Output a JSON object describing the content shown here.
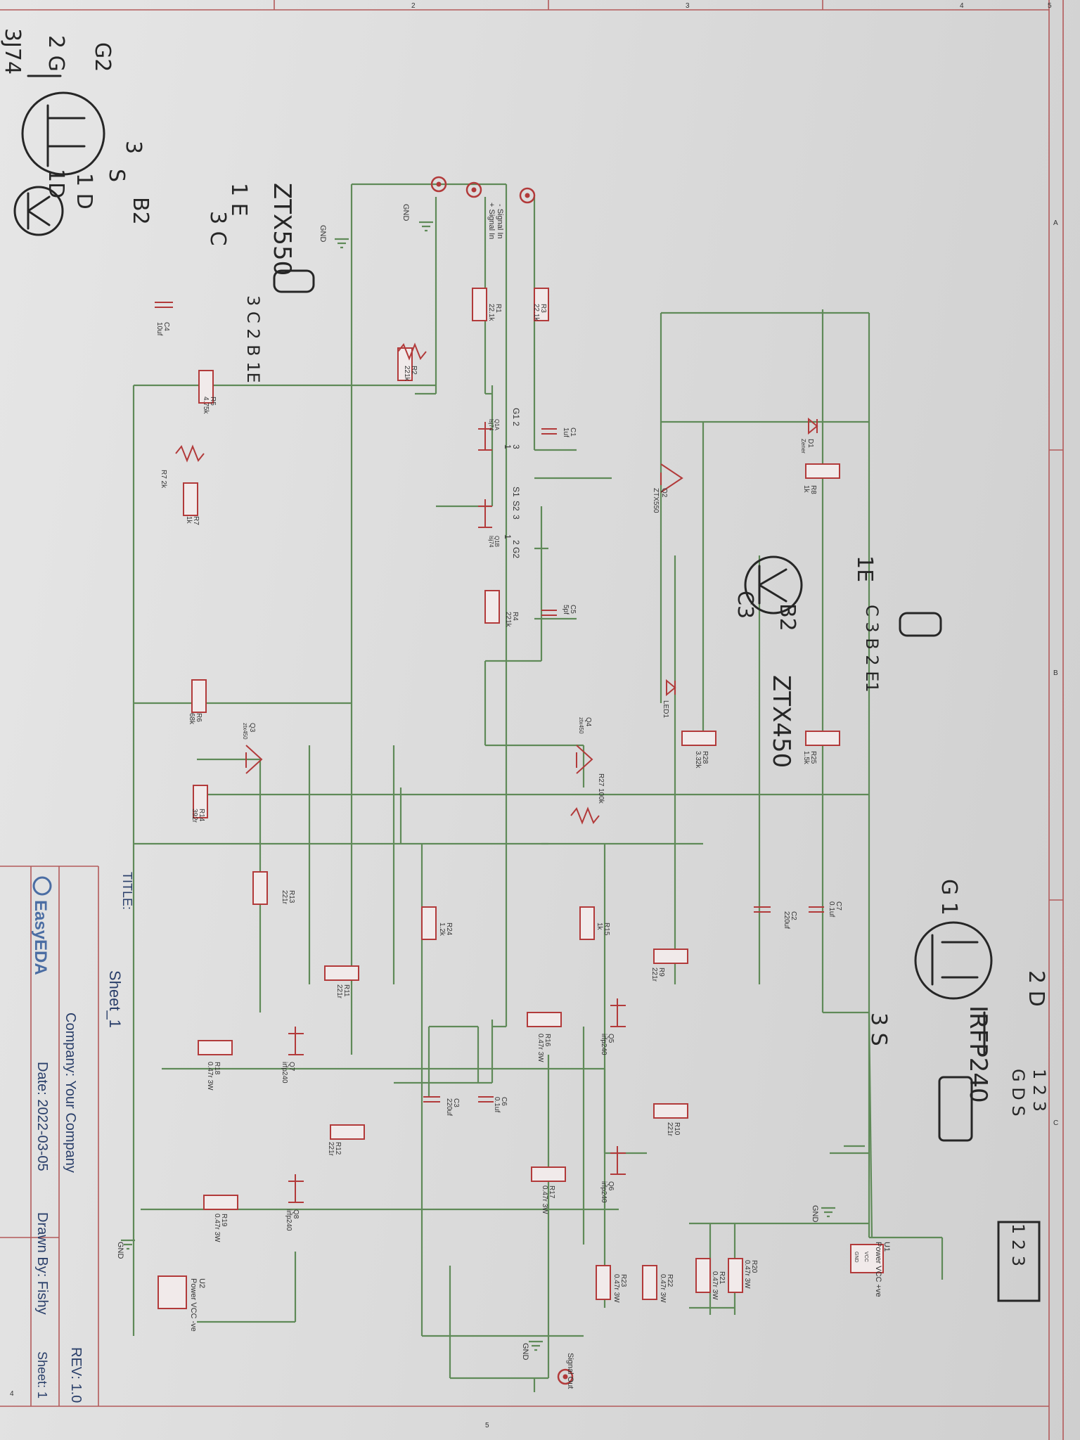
{
  "handwritten": {
    "jfet_type": "3J74",
    "jfet_g": "G2",
    "jfet_s": "S",
    "jfet_3": "3",
    "jfet_1d": "1 D",
    "jfet_2g": "2 G",
    "jfet_1d_top": "1D",
    "zt550_title": "ZTX550",
    "zt550_e": "1 E",
    "zt550_b": "B2",
    "zt550_c": "3 C",
    "zt550_pins": "3 C  2 B  1E",
    "zt450_title": "ZTX450",
    "zt450_c": "C3",
    "zt450_b": "B2",
    "zt450_e": "1E",
    "zt450_pins": "C 3  B 2  E1",
    "irf_title": "IRFP240",
    "irf_g": "G 1",
    "irf_d": "2 D",
    "irf_s": "3 S",
    "irf_pins": "G D S",
    "irf_nums": "1 2 3",
    "u1_nums": "1 2 3"
  },
  "labels": {
    "sig_minus": "- Signal In",
    "sig_plus": "+ Signal In",
    "gnd1": "GND",
    "gnd2": "GND",
    "sig_out": "Signal Out",
    "gnd3": "GND",
    "gnd4": "GND",
    "gnd5": "GND",
    "u1": "U1",
    "u1_desc": "Power VCC +ve",
    "u2": "U2",
    "u2_desc": "Power VCC -ve",
    "vcc": "VCC",
    "gnd_box": "GND"
  },
  "components": [
    {
      "ref": "R3",
      "val": "22.1k"
    },
    {
      "ref": "R1",
      "val": "22.1k"
    },
    {
      "ref": "R2",
      "val": "221k"
    },
    {
      "ref": "C4",
      "val": "10uf"
    },
    {
      "ref": "R5",
      "val": "4.75k"
    },
    {
      "ref": "R7 2k",
      "val": ""
    },
    {
      "ref": "R7",
      "val": "1k"
    },
    {
      "ref": "C1",
      "val": "1uf"
    },
    {
      "ref": "Q1A",
      "val": "lsj74"
    },
    {
      "ref": "Q1B",
      "val": "lsj74"
    },
    {
      "ref": "D1",
      "val": "Zener"
    },
    {
      "ref": "R8",
      "val": "1k"
    },
    {
      "ref": "Q2",
      "val": "ZTX550"
    },
    {
      "ref": "C5",
      "val": "5pf"
    },
    {
      "ref": "R4",
      "val": "221k"
    },
    {
      "ref": "LED1",
      "val": ""
    },
    {
      "ref": "R6",
      "val": "68k"
    },
    {
      "ref": "Q3",
      "val": "ztx450"
    },
    {
      "ref": "Q4",
      "val": "ztx450"
    },
    {
      "ref": "R28",
      "val": "3.32k"
    },
    {
      "ref": "R25",
      "val": "1.5k"
    },
    {
      "ref": "R27 100k",
      "val": ""
    },
    {
      "ref": "R14",
      "val": "392r"
    },
    {
      "ref": "R13",
      "val": "221r"
    },
    {
      "ref": "C7",
      "val": "0.1uf"
    },
    {
      "ref": "C2",
      "val": "220uf"
    },
    {
      "ref": "R15",
      "val": "1k"
    },
    {
      "ref": "R24",
      "val": "1.2k"
    },
    {
      "ref": "R9",
      "val": "221r"
    },
    {
      "ref": "R11",
      "val": "221r"
    },
    {
      "ref": "Q5",
      "val": "irfp240"
    },
    {
      "ref": "R16",
      "val": "0.47r 3W"
    },
    {
      "ref": "Q7",
      "val": "irfp240"
    },
    {
      "ref": "R18",
      "val": "0.47r 3W"
    },
    {
      "ref": "C6",
      "val": "0.1uf"
    },
    {
      "ref": "C3",
      "val": "220uf"
    },
    {
      "ref": "R10",
      "val": "221r"
    },
    {
      "ref": "R12",
      "val": "221r"
    },
    {
      "ref": "Q6",
      "val": "irfp240"
    },
    {
      "ref": "Q8",
      "val": "irfp240"
    },
    {
      "ref": "R17",
      "val": "0.47r 3W"
    },
    {
      "ref": "R19",
      "val": "0.47r 3W"
    },
    {
      "ref": "R20",
      "val": "0.47r 3W"
    },
    {
      "ref": "R21",
      "val": "0.47r 3W"
    },
    {
      "ref": "R22",
      "val": "0.47r 3W"
    },
    {
      "ref": "R23",
      "val": "0.47r 3W"
    }
  ],
  "pins": {
    "q1a": "G1 2",
    "q1a_3": "3",
    "q1a_1": "1",
    "s1": "S1",
    "s2": "S2",
    "q1b_3": "3",
    "q1b_g2": "2 G2",
    "q1b_1": "1"
  },
  "title_block": {
    "title_label": "TITLE:",
    "sheet_name": "Sheet_1",
    "company": "Company: Your Company",
    "rev": "REV: 1.0",
    "date": "Date:  2022-03-05",
    "drawn": "Drawn By: Fishy",
    "sheet": "Sheet: 1",
    "logo": "EasyEDA"
  },
  "frame_markers": {
    "top": [
      "2",
      "3",
      "4",
      "5"
    ],
    "bottom": [
      "4",
      "5"
    ],
    "right": [
      "A",
      "B",
      "C"
    ]
  },
  "colors": {
    "wire": "#5f8a58",
    "component": "#b23a3a",
    "paper": "#e0e0e0",
    "pen": "#262626"
  }
}
